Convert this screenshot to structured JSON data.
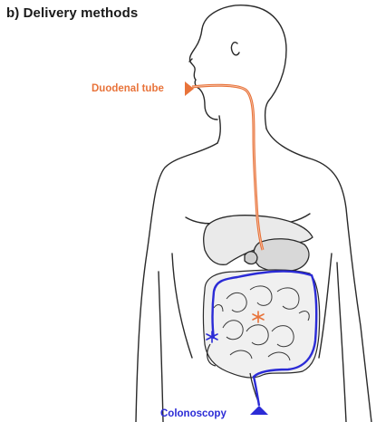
{
  "title": "b) Delivery methods",
  "labels": {
    "duodenal_tube": "Duodenal tube",
    "colonoscopy": "Colonoscopy"
  },
  "colors": {
    "duodenal_route": "#e8733a",
    "colonoscopy_route": "#2b2bd6",
    "outline": "#2a2a2a"
  },
  "icons": {
    "duodenal_marker": "triangle-right-icon",
    "colonoscopy_marker": "triangle-up-icon",
    "colon_site_marker": "asterisk-icon",
    "duodenum_site_marker": "asterisk-icon"
  }
}
